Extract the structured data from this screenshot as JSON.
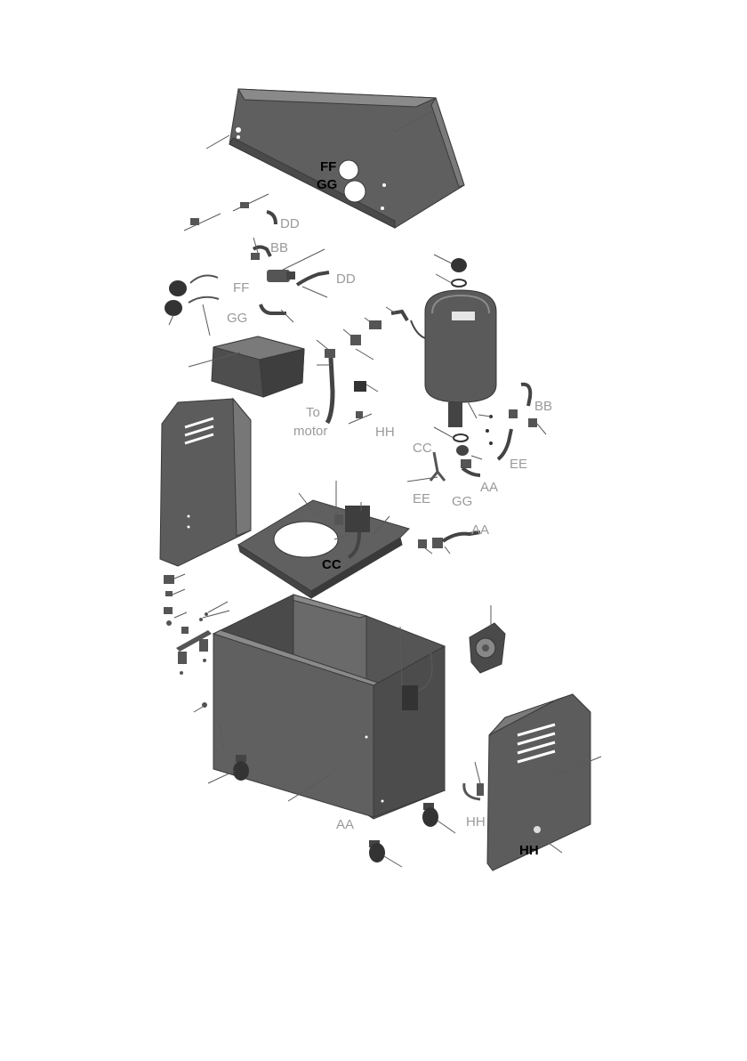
{
  "labels": {
    "ff_panel": "FF",
    "gg_panel": "GG",
    "dd_top": "DD",
    "bb_top": "BB",
    "dd_mid": "DD",
    "ff_left": "FF",
    "gg_left": "GG",
    "to_motor": "To\nmotor",
    "to_motor_line1": "To",
    "to_motor_line2": "motor",
    "hh_mid": "HH",
    "bb_right": "BB",
    "ee_right": "EE",
    "cc_right": "CC",
    "ee_left": "EE",
    "gg_right": "GG",
    "aa_right": "AA",
    "aa_hose": "AA",
    "cc_plate": "CC",
    "aa_base": "AA",
    "hh_side": "HH",
    "hh_panel": "HH"
  },
  "colors": {
    "panel_dark": "#555555",
    "panel_mid": "#6e6e6e",
    "panel_light": "#8c8c8c",
    "label_gray": "#9a9a9a",
    "label_dark": "#000000"
  }
}
